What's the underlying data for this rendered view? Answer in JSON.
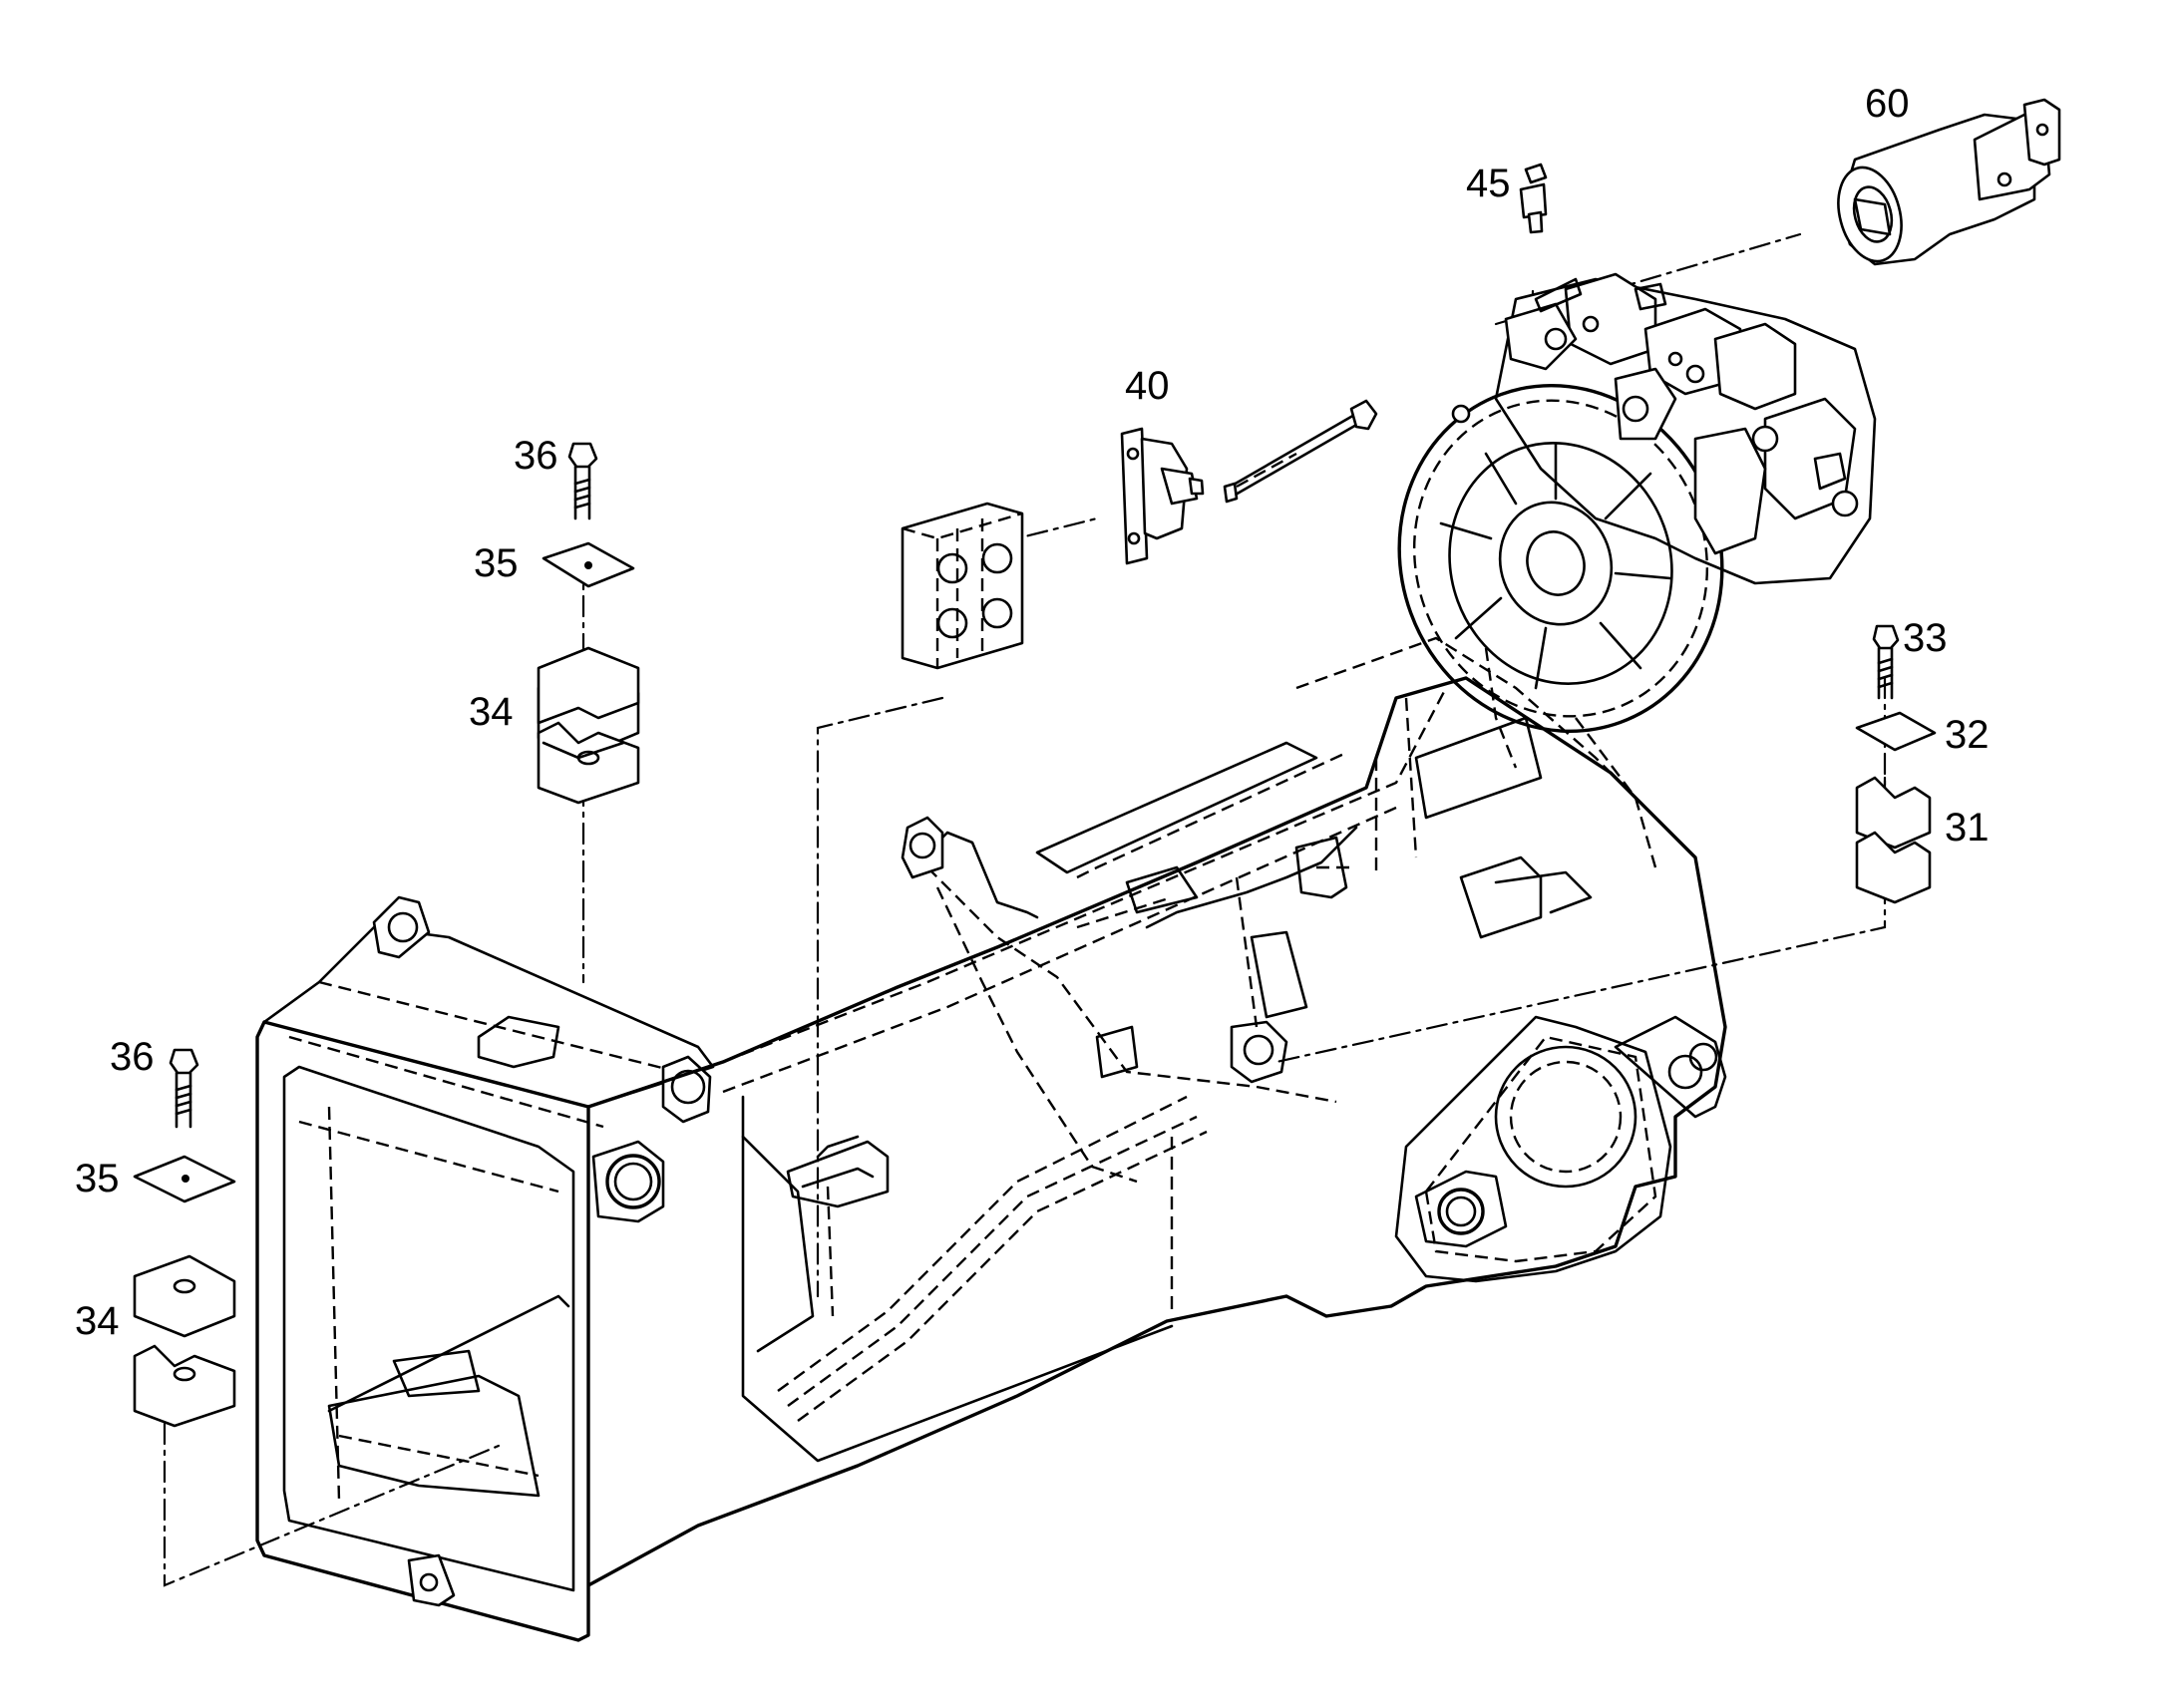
{
  "diagram": {
    "type": "exploded-parts-view",
    "callouts": [
      {
        "id": "c60",
        "text": "60"
      },
      {
        "id": "c45",
        "text": "45"
      },
      {
        "id": "c40",
        "text": "40"
      },
      {
        "id": "c36a",
        "text": "36"
      },
      {
        "id": "c35a",
        "text": "35"
      },
      {
        "id": "c34a",
        "text": "34"
      },
      {
        "id": "c33",
        "text": "33"
      },
      {
        "id": "c32",
        "text": "32"
      },
      {
        "id": "c31",
        "text": "31"
      },
      {
        "id": "c36b",
        "text": "36"
      },
      {
        "id": "c35b",
        "text": "35"
      },
      {
        "id": "c34b",
        "text": "34"
      }
    ]
  }
}
